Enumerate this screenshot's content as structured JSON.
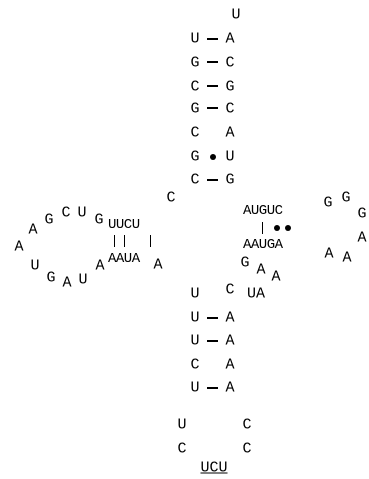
{
  "acceptor_stem": {
    "apex": "U",
    "pairs": [
      {
        "left": "U",
        "right": "A",
        "bond": "dash"
      },
      {
        "left": "G",
        "right": "C",
        "bond": "dash"
      },
      {
        "left": "C",
        "right": "G",
        "bond": "dash"
      },
      {
        "left": "G",
        "right": "C",
        "bond": "dash"
      },
      {
        "left": "C",
        "right": "A",
        "bond": "none"
      },
      {
        "left": "G",
        "right": "U",
        "bond": "dot"
      },
      {
        "left": "C",
        "right": "G",
        "bond": "dash"
      }
    ],
    "junction_c": "C"
  },
  "d_arm": {
    "upper_strand": "UUCU",
    "lower_strand": "AAUA",
    "loop": [
      "A",
      "G",
      "C",
      "U",
      "G",
      "A",
      "U",
      "G",
      "A",
      "U",
      "A"
    ],
    "after_lower": "A"
  },
  "t_arm": {
    "upper_strand": "AUGUC",
    "lower_strand": "AAUGA",
    "loop": [
      "G",
      "G",
      "G",
      "A",
      "A",
      "A"
    ],
    "connector": [
      "G",
      "A",
      "A"
    ]
  },
  "anticodon_stem": {
    "pairs": [
      {
        "left": "U",
        "right": "C",
        "bond": "none"
      },
      {
        "left": "U",
        "right": "A",
        "bond": "dash"
      },
      {
        "left": "U",
        "right": "A",
        "bond": "dash"
      },
      {
        "left": "C",
        "right": "A",
        "bond": "none"
      },
      {
        "left": "U",
        "right": "A",
        "bond": "dash"
      }
    ],
    "extra_ua": "UA",
    "loop_left": [
      "U",
      "C"
    ],
    "loop_right": [
      "C",
      "C"
    ],
    "anticodon": "UCU"
  },
  "style": {
    "ink": "#000000",
    "background": "#ffffff"
  }
}
